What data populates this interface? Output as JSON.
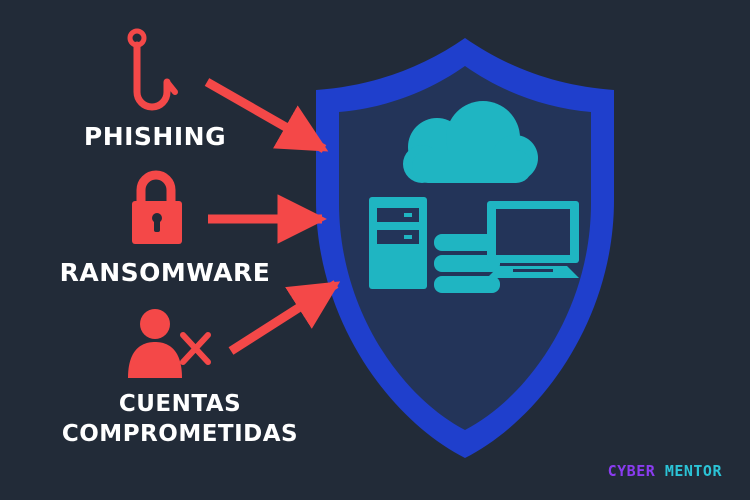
{
  "threats": [
    {
      "label": "PHISHING",
      "icon": "fishing-hook-icon"
    },
    {
      "label": "RANSOMWARE",
      "icon": "padlock-icon"
    },
    {
      "label_line1": "CUENTAS",
      "label_line2": "COMPROMETIDAS",
      "icon": "user-x-icon"
    }
  ],
  "protected_assets": [
    "cloud-icon",
    "server-icon",
    "database-icon",
    "laptop-icon"
  ],
  "brand": {
    "part1": "CYBER",
    "part2": "MENTOR"
  },
  "colors": {
    "background": "#222b38",
    "threat": "#f44848",
    "shield_outer": "#1f3fcc",
    "shield_inner": "#233459",
    "asset": "#1fb5c2",
    "text": "#ffffff"
  }
}
